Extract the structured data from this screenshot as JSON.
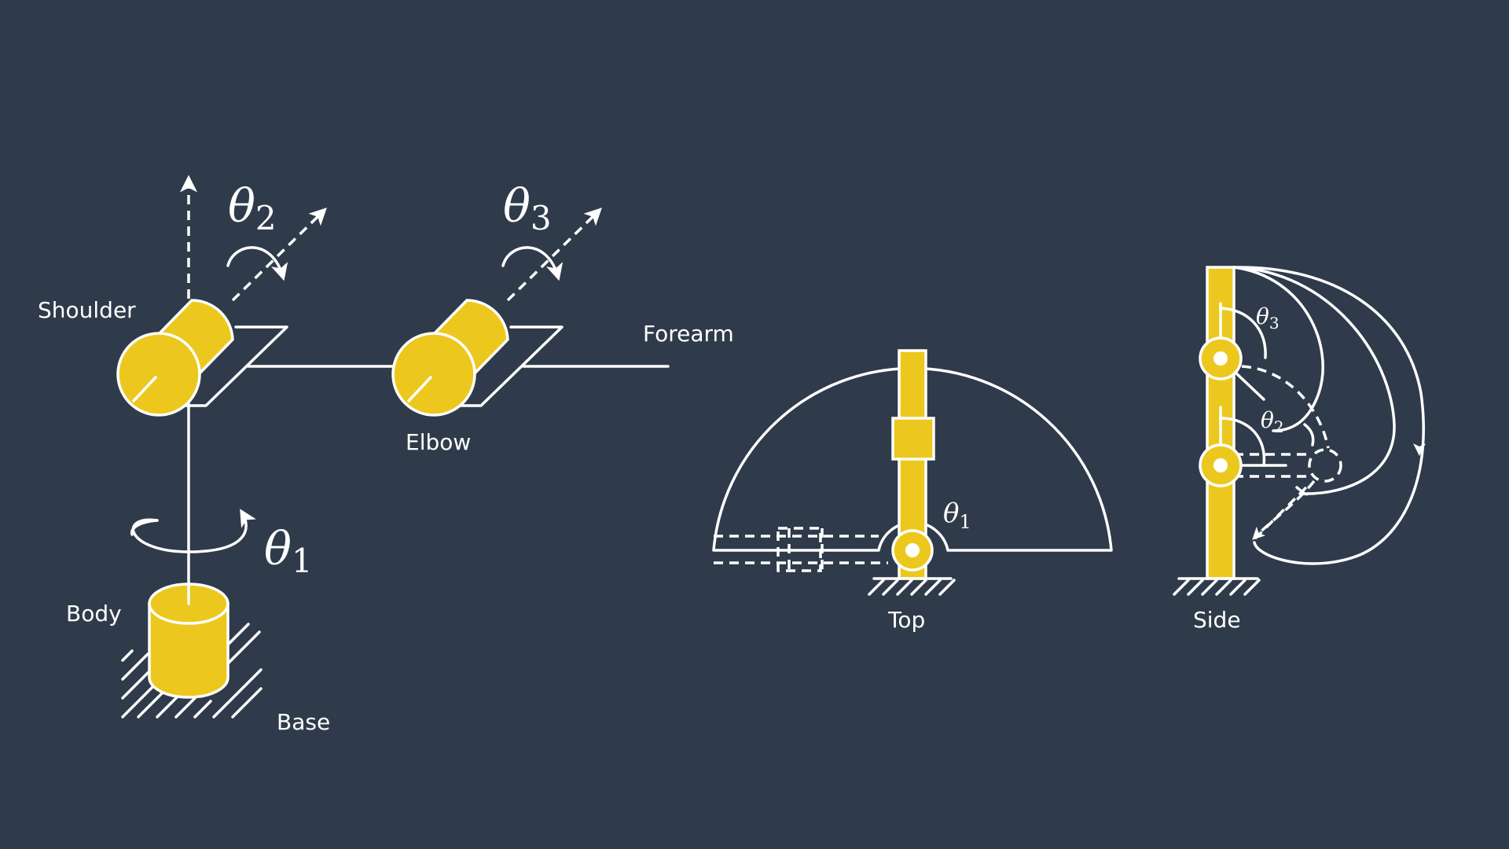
{
  "colors": {
    "background": "#2f3b4a",
    "joint_fill": "#ecc81f",
    "line": "#ffffff"
  },
  "labels": {
    "shoulder": "Shoulder",
    "forearm": "Forearm",
    "elbow": "Elbow",
    "body": "Body",
    "base": "Base",
    "top": "Top",
    "side": "Side"
  },
  "angles": {
    "theta1": {
      "symbol": "θ",
      "subscript": "1"
    },
    "theta2": {
      "symbol": "θ",
      "subscript": "2"
    },
    "theta3": {
      "symbol": "θ",
      "subscript": "3"
    }
  }
}
